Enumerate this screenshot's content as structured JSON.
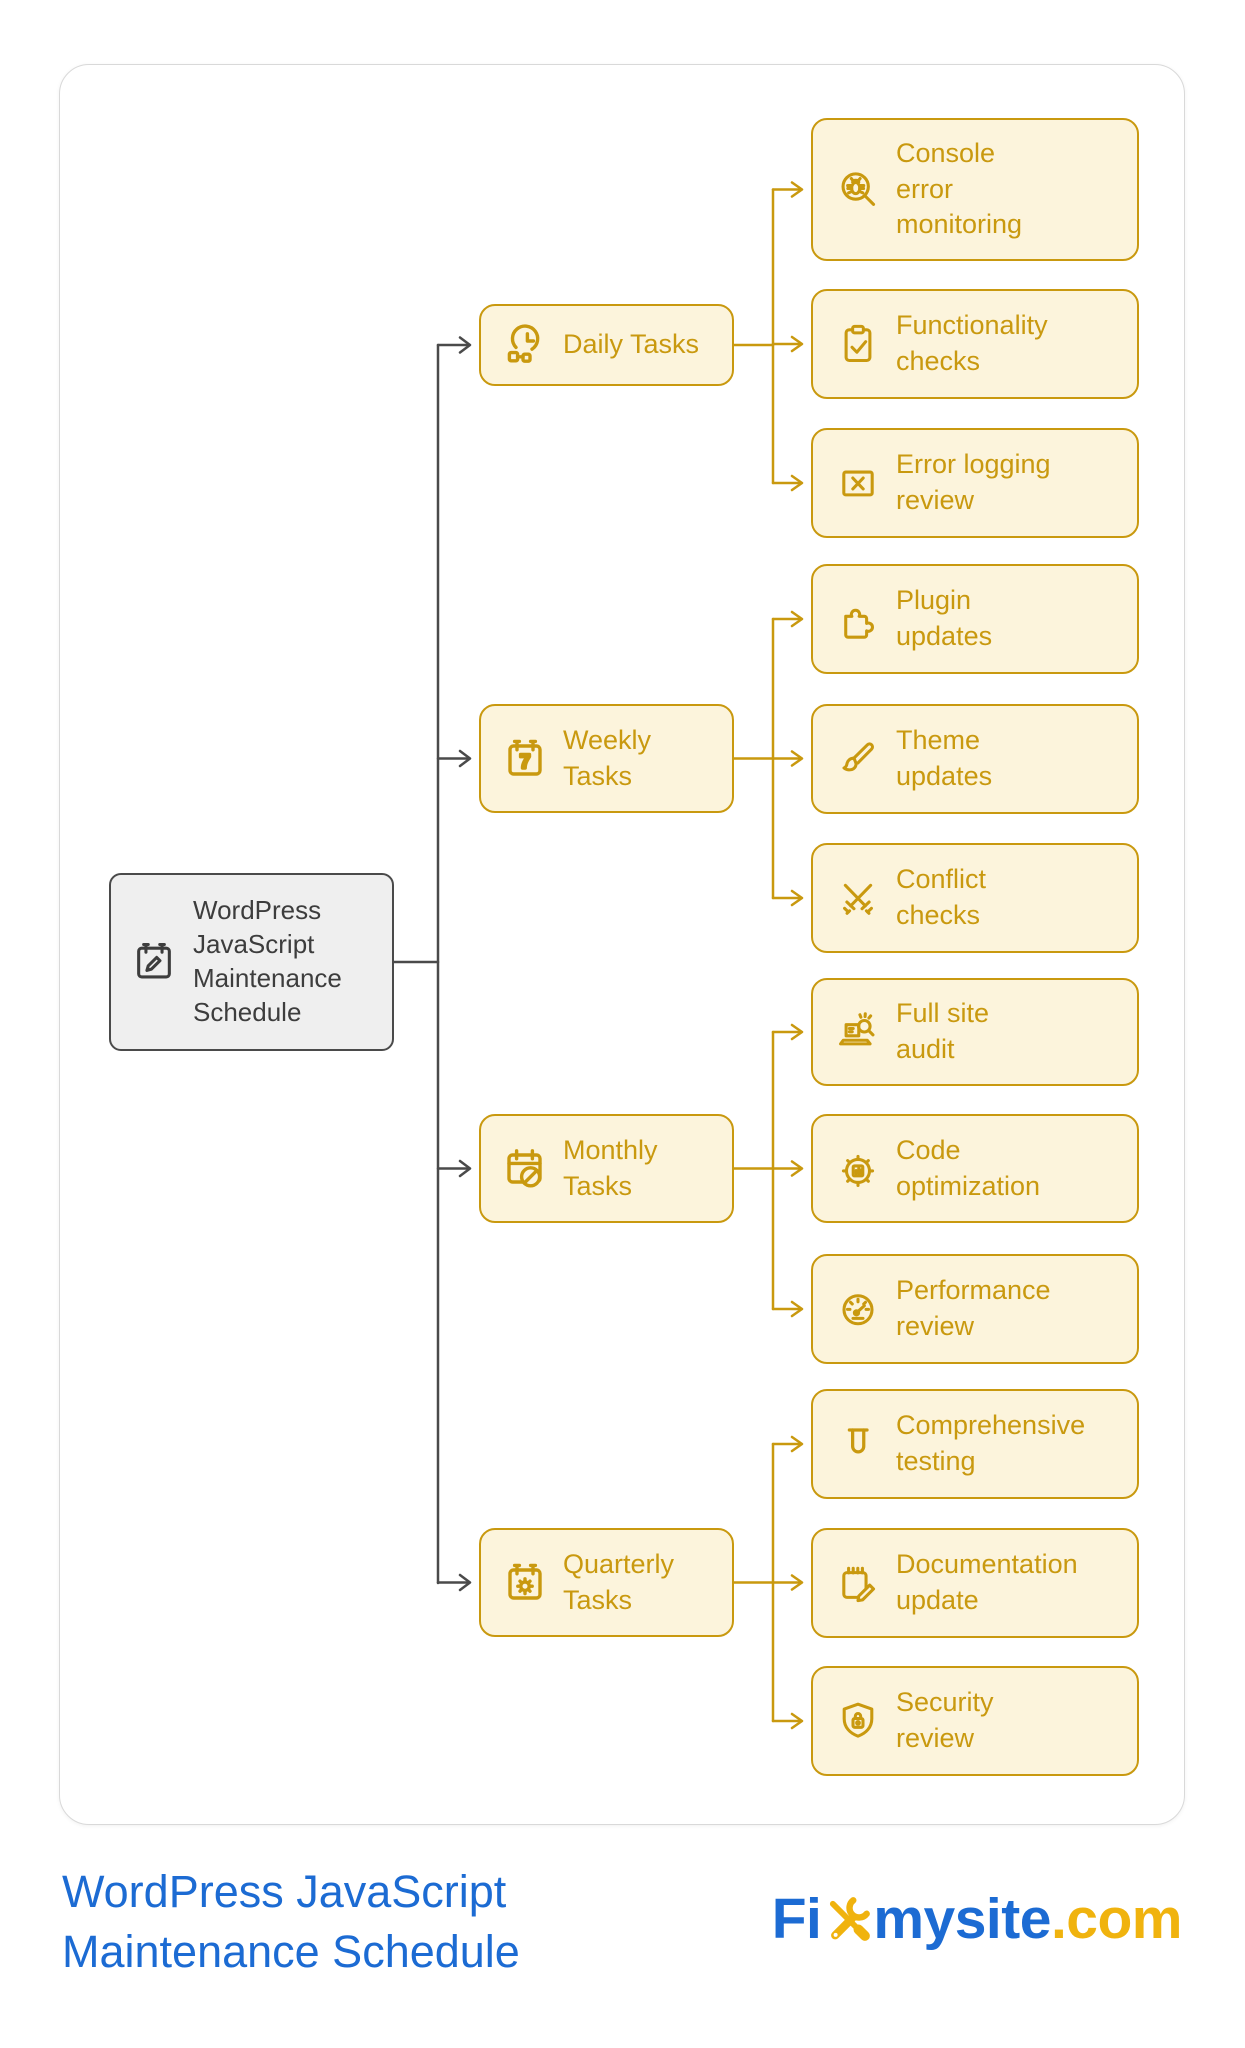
{
  "colors": {
    "gold_line": "#C9990F",
    "gold_fill": "#FCF4DC",
    "dark_line": "#4A4A4A",
    "root_fill": "#EFEFEF",
    "title_blue": "#1C6BD3",
    "logo_gold": "#F0B30E"
  },
  "diagram": {
    "root": {
      "label": "WordPress\nJavaScript\nMaintenance\nSchedule",
      "icon": "calendar-edit-icon"
    },
    "branches": [
      {
        "label": "Daily Tasks",
        "icon": "clock-icon",
        "children": [
          {
            "label": "Console\nerror\nmonitoring",
            "icon": "bug-search-icon"
          },
          {
            "label": "Functionality\nchecks",
            "icon": "clipboard-check-icon"
          },
          {
            "label": "Error logging\nreview",
            "icon": "x-square-icon"
          }
        ]
      },
      {
        "label": "Weekly\nTasks",
        "icon": "calendar-week-icon",
        "children": [
          {
            "label": "Plugin\nupdates",
            "icon": "puzzle-icon"
          },
          {
            "label": "Theme\nupdates",
            "icon": "paintbrush-icon"
          },
          {
            "label": "Conflict\nchecks",
            "icon": "crossed-swords-icon"
          }
        ]
      },
      {
        "label": "Monthly\nTasks",
        "icon": "calendar-blocked-icon",
        "children": [
          {
            "label": "Full site\naudit",
            "icon": "laptop-search-icon"
          },
          {
            "label": "Code\noptimization",
            "icon": "gear-chart-icon"
          },
          {
            "label": "Performance\nreview",
            "icon": "gauge-icon"
          }
        ]
      },
      {
        "label": "Quarterly\nTasks",
        "icon": "calendar-gear-icon",
        "children": [
          {
            "label": "Comprehensive\ntesting",
            "icon": "test-tube-icon"
          },
          {
            "label": "Documentation\nupdate",
            "icon": "notepad-pencil-icon"
          },
          {
            "label": "Security\nreview",
            "icon": "shield-lock-icon"
          }
        ]
      }
    ]
  },
  "footer": {
    "title": "WordPress JavaScript\nMaintenance Schedule",
    "logo_prefix": "Fi",
    "logo_middle": "mysite",
    "logo_suffix": ".com"
  }
}
